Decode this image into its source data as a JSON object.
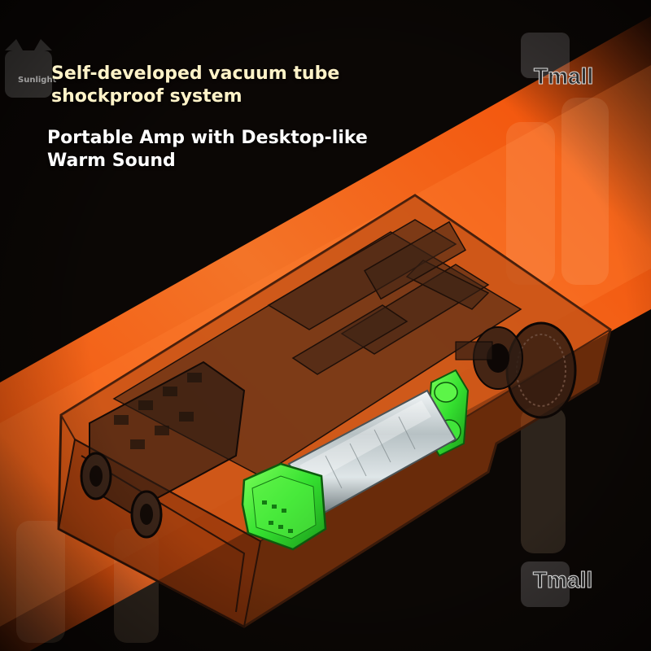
{
  "headline": {
    "primary": "Self-developed vacuum tube shockproof system",
    "secondary": "Portable Amp with Desktop-like Warm Sound"
  },
  "watermark": {
    "top": "Tmall",
    "bottom": "Tmall"
  },
  "brand_mark": "Sunlight",
  "colors": {
    "background": "#0b0705",
    "glow_band": "#ff6a1a",
    "housing": "#b8480f",
    "tube_holder": "#3ee83a",
    "tube_glass": "#c9d3d6",
    "text": "#ffffff"
  }
}
